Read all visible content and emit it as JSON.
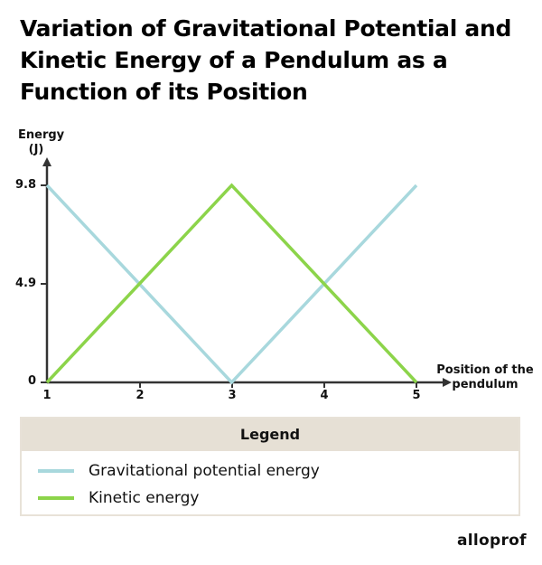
{
  "title": "Variation of Gravitational Potential and Kinetic Energy of a Pendulum as a Function of its Position",
  "brand": "alloprof",
  "colors": {
    "potential": "#a8d8dd",
    "kinetic": "#8cd44a",
    "axis": "#333333",
    "legend_header_bg": "#e6e0d5",
    "legend_border": "#e8e2d8"
  },
  "axes": {
    "ylabel_line1": "Energy",
    "ylabel_line2": "(J)",
    "xlabel_line1": "Position of the",
    "xlabel_line2": "pendulum",
    "yticks": [
      "0",
      "4.9",
      "9.8"
    ],
    "xticks": [
      "1",
      "2",
      "3",
      "4",
      "5"
    ]
  },
  "legend": {
    "title": "Legend",
    "items": [
      {
        "label": "Gravitational potential energy",
        "color": "#a8d8dd"
      },
      {
        "label": "Kinetic energy",
        "color": "#8cd44a"
      }
    ]
  },
  "chart_data": {
    "type": "line",
    "title": "Variation of Gravitational Potential and Kinetic Energy of a Pendulum as a Function of its Position",
    "xlabel": "Position of the pendulum",
    "ylabel": "Energy (J)",
    "x": [
      1,
      2,
      3,
      4,
      5
    ],
    "series": [
      {
        "name": "Gravitational potential energy",
        "values": [
          9.8,
          4.9,
          0,
          4.9,
          9.8
        ]
      },
      {
        "name": "Kinetic energy",
        "values": [
          0,
          4.9,
          9.8,
          4.9,
          0
        ]
      }
    ],
    "xlim": [
      1,
      5
    ],
    "ylim": [
      0,
      9.8
    ],
    "yticks": [
      0,
      4.9,
      9.8
    ],
    "xticks": [
      1,
      2,
      3,
      4,
      5
    ],
    "grid": false,
    "legend_position": "bottom"
  }
}
